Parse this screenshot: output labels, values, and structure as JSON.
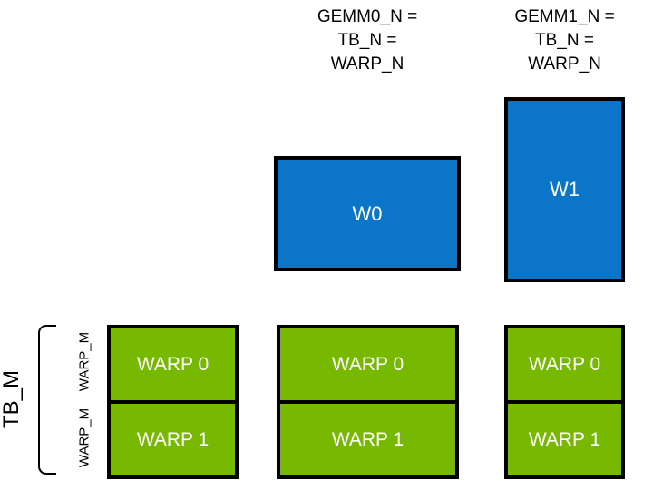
{
  "diagram": {
    "title_hidden": "",
    "background_color": "#ffffff",
    "blue_color": "#0b76c8",
    "green_color": "#76b900",
    "outline_color": "#000000",
    "text_light_color": "#ffffff",
    "text_dark_color": "#000000"
  },
  "captions": {
    "gemm0": "GEMM0_N =\nTB_N =\nWARP_N",
    "gemm1": "GEMM1_N =\nTB_N =\nWARP_N"
  },
  "blue_boxes": [
    {
      "label": "W0"
    },
    {
      "label": "W1"
    }
  ],
  "green_groups": [
    {
      "cells": [
        {
          "label": "WARP 0"
        },
        {
          "label": "WARP 1"
        }
      ]
    },
    {
      "cells": [
        {
          "label": "WARP 0"
        },
        {
          "label": "WARP 1"
        }
      ]
    },
    {
      "cells": [
        {
          "label": "WARP 0"
        },
        {
          "label": "WARP 1"
        }
      ]
    }
  ],
  "axis_labels": {
    "tb_m": "TB_M",
    "warp_m_top": "WARP_M",
    "warp_m_bottom": "WARP_M"
  }
}
